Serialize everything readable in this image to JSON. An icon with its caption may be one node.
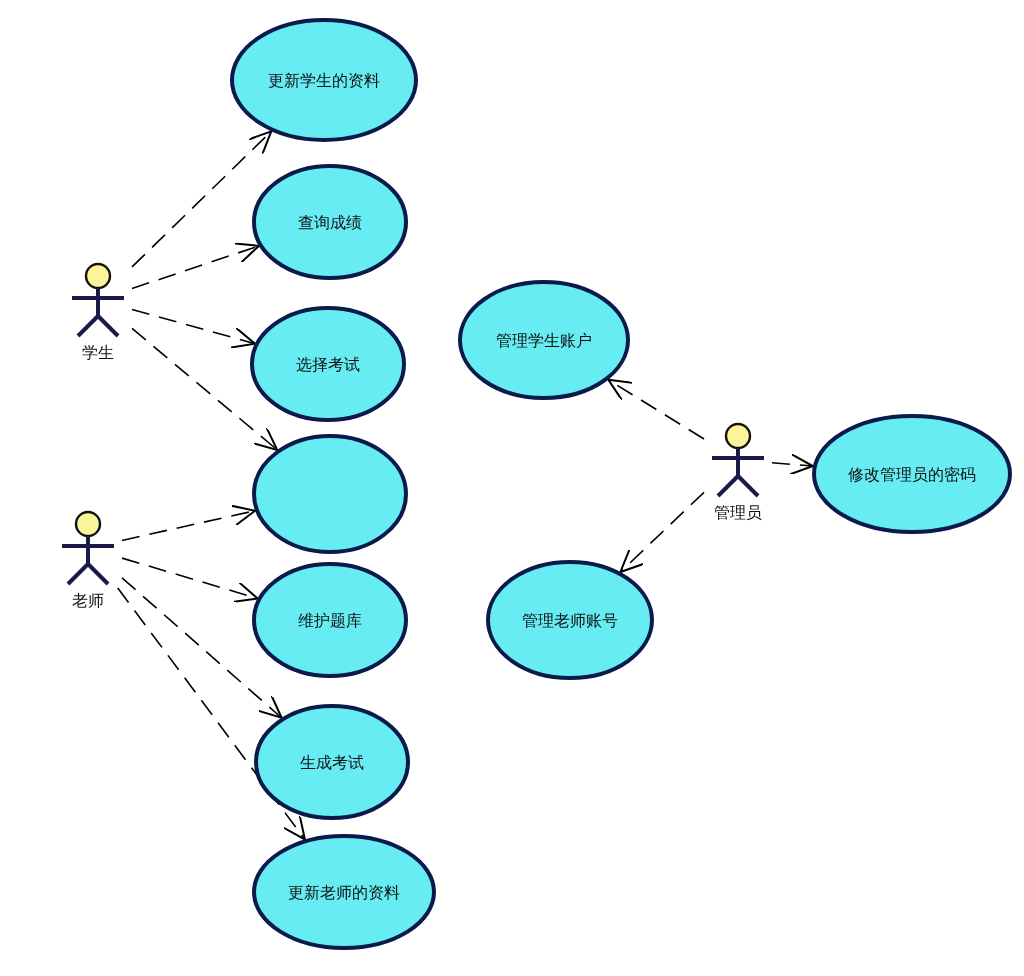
{
  "diagram": {
    "nodes": [
      {
        "text": [
          "更新学生的资料"
        ]
      },
      {
        "text": [
          "查询成绩"
        ]
      },
      {
        "text": [
          "学生"
        ]
      },
      {
        "text": [
          "选择考试"
        ]
      },
      {
        "text": [],
        "shape": "ellipse"
      },
      {
        "text": [
          "老师"
        ]
      },
      {
        "text": [
          "维护题库"
        ]
      },
      {
        "text": [
          "生成考试"
        ]
      },
      {
        "text": [
          "更新老师的资料"
        ]
      },
      {
        "text": [
          "管理学生账户"
        ]
      },
      {
        "text": [
          "管理员"
        ]
      },
      {
        "text": [
          "修改管理员的密码"
        ]
      },
      {
        "text": [
          "管理老师账号"
        ]
      }
    ],
    "edges": [
      {
        "from": 2,
        "to": 0,
        "arrow": "to"
      },
      {
        "from": 2,
        "to": 1,
        "arrow": "to"
      },
      {
        "from": 2,
        "to": 3,
        "arrow": "to"
      },
      {
        "from": 2,
        "to": 4,
        "arrow": "to"
      },
      {
        "from": 5,
        "to": 4,
        "arrow": "to"
      },
      {
        "from": 5,
        "to": 6,
        "arrow": "to"
      },
      {
        "from": 5,
        "to": 7,
        "arrow": "to"
      },
      {
        "from": 5,
        "to": 8,
        "arrow": "to"
      },
      {
        "from": 10,
        "to": 9,
        "arrow": "to"
      },
      {
        "from": 10,
        "to": 12,
        "arrow": "to"
      },
      {
        "from": 10,
        "to": 11,
        "arrow": "to"
      }
    ]
  }
}
